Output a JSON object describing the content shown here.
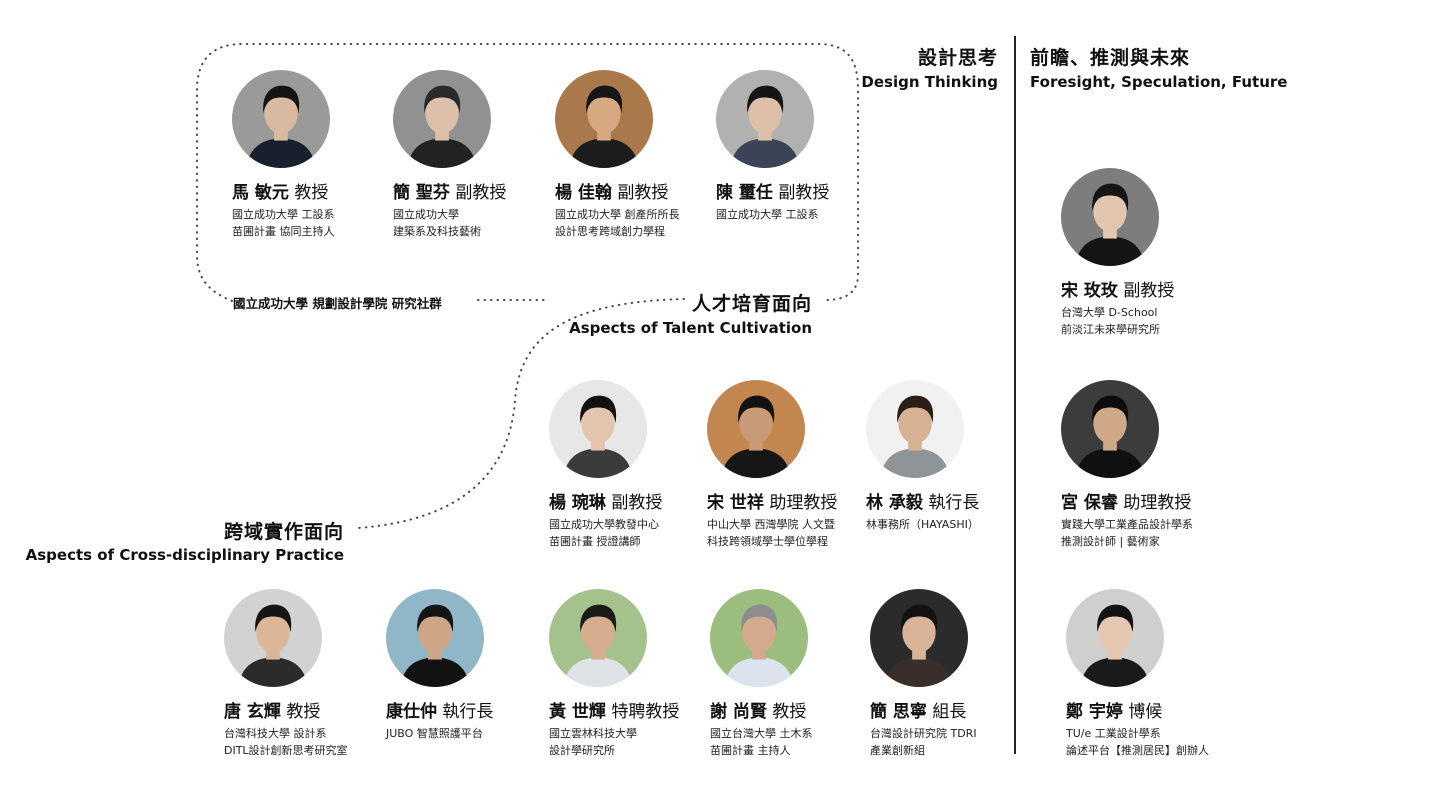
{
  "headers": {
    "design_thinking": {
      "zh": "設計思考",
      "en": "Design Thinking"
    },
    "foresight": {
      "zh": "前瞻、推測與未來",
      "en": "Foresight, Speculation, Future"
    },
    "talent": {
      "zh": "人才培育面向",
      "en": "Aspects of Talent Cultivation"
    },
    "practice": {
      "zh": "跨域實作面向",
      "en": "Aspects of Cross-disciplinary Practice"
    }
  },
  "community_label": "國立成功大學 規劃設計學院 研究社群",
  "people": {
    "ma": {
      "name": "馬 敏元",
      "title": "教授",
      "aff1": "國立成功大學 工設系",
      "aff2": "苗圃計畫 協同主持人",
      "bg": "#9a9a98",
      "skin": "#d9b9a0",
      "hair": "#141414",
      "shirt": "#1a1f2e"
    },
    "jian": {
      "name": "簡 聖芬",
      "title": "副教授",
      "aff1": "國立成功大學",
      "aff2": "建築系及科技藝術",
      "bg": "#8f9193",
      "skin": "#dcc0aa",
      "hair": "#2a2a2a",
      "shirt": "#222222"
    },
    "yang_j": {
      "name": "楊 佳翰",
      "title": "副教授",
      "aff1": "國立成功大學 創產所所長",
      "aff2": "設計思考跨域創力學程",
      "bg": "#a9794c",
      "skin": "#d6a982",
      "hair": "#161616",
      "shirt": "#1c1c1c"
    },
    "chen": {
      "name": "陳 璽任",
      "title": "副教授",
      "aff1": "國立成功大學 工設系",
      "aff2": "",
      "bg": "#b1b1af",
      "skin": "#dcbfa6",
      "hair": "#151515",
      "shirt": "#3a4456"
    },
    "song": {
      "name": "宋 玫玫",
      "title": "副教授",
      "aff1": "台灣大學 D-School",
      "aff2": "前淡江未來學研究所",
      "bg": "#7d7d7d",
      "skin": "#e3c6b0",
      "hair": "#151515",
      "shirt": "#141414"
    },
    "yang_w": {
      "name": "楊 琬琳",
      "title": "副教授",
      "aff1": "國立成功大學教發中心",
      "aff2": "苗圃計畫 授證講師",
      "bg": "#e7e7e7",
      "skin": "#e4c4ac",
      "hair": "#111111",
      "shirt": "#3b3b3b"
    },
    "song_s": {
      "name": "宋 世祥",
      "title": "助理教授",
      "aff1": "中山大學 西灣學院 人文暨",
      "aff2": "科技跨領域學士學位學程",
      "bg": "#c4864f",
      "skin": "#c99a78",
      "hair": "#121212",
      "shirt": "#161616"
    },
    "lin": {
      "name": "林 承毅",
      "title": "執行長",
      "aff1": "林事務所（HAYASHI）",
      "aff2": "",
      "bg": "#f1f1f1",
      "skin": "#d6b293",
      "hair": "#2a1e16",
      "shirt": "#8f9499"
    },
    "gong": {
      "name": "宮 保睿",
      "title": "助理教授",
      "aff1": "實踐大學工業產品設計學系",
      "aff2": "推測設計師 | 藝術家",
      "bg": "#3c3c3c",
      "skin": "#cfa888",
      "hair": "#0d0d0d",
      "shirt": "#101010"
    },
    "tang": {
      "name": "唐 玄輝",
      "title": "教授",
      "aff1": "台灣科技大學 設計系",
      "aff2": "DITL設計創新思考研究室",
      "bg": "#d2d2d2",
      "skin": "#dcb698",
      "hair": "#151515",
      "shirt": "#2b2b2b"
    },
    "kang": {
      "name": "康仕仲",
      "title": "執行長",
      "aff1": "JUBO 智慧照護平台",
      "aff2": "",
      "bg": "#8fb7c7",
      "skin": "#cfa685",
      "hair": "#141414",
      "shirt": "#121212"
    },
    "huang": {
      "name": "黃 世輝",
      "title": "特聘教授",
      "aff1": "國立雲林科技大學",
      "aff2": "設計學研究所",
      "bg": "#a6c28c",
      "skin": "#d5ad8d",
      "hair": "#1a1a1a",
      "shirt": "#dfe3e8"
    },
    "hsieh": {
      "name": "謝 尚賢",
      "title": "教授",
      "aff1": "國立台灣大學 土木系",
      "aff2": "苗圃計畫 主持人",
      "bg": "#9bbd7e",
      "skin": "#d3ab8c",
      "hair": "#8d8d8d",
      "shirt": "#dbe4ee"
    },
    "jian_s": {
      "name": "簡 思寧",
      "title": "組長",
      "aff1": "台灣設計研究院 TDRI",
      "aff2": "產業創新組",
      "bg": "#2b2b2b",
      "skin": "#d9b397",
      "hair": "#121212",
      "shirt": "#3a2f28"
    },
    "zheng": {
      "name": "鄭 宇婷",
      "title": "博候",
      "aff1": "TU/e 工業設計學系",
      "aff2": "論述平台【推測居民】創辦人",
      "bg": "#cfcfcf",
      "skin": "#e6c7b2",
      "hair": "#121212",
      "shirt": "#1a1a1a"
    }
  }
}
